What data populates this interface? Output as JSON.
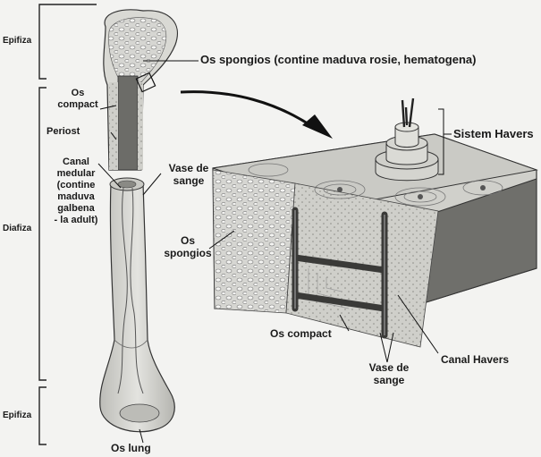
{
  "labels": {
    "epifiza_top": "Epifiza",
    "diafiza": "Diafiza",
    "epifiza_bottom": "Epifiza",
    "os_spongios_top": "Os spongios (contine maduva rosie, hematogena)",
    "os_compact_left": "Os\ncompact",
    "periost": "Periost",
    "canal_medular": "Canal\nmedular\n(contine\nmaduva\ngalbena\n- la adult)",
    "vase_de_sange_left": "Vase de\nsange",
    "os_spongios_mid": "Os\nspongios",
    "sistem_havers": "Sistem Havers",
    "os_compact_bottom": "Os compact",
    "vase_de_sange_bottom": "Vase de\nsange",
    "canal_havers": "Canal Havers",
    "os_lung": "Os lung"
  }
}
